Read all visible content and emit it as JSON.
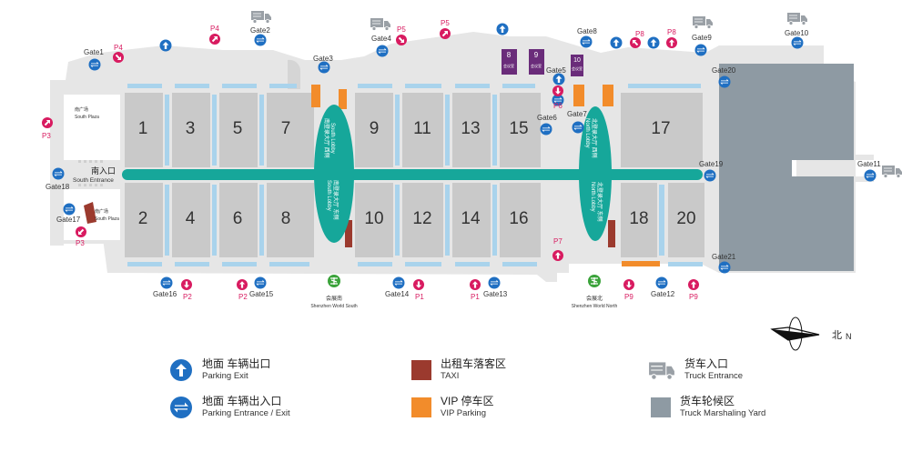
{
  "halls": [
    "1",
    "2",
    "3",
    "4",
    "5",
    "6",
    "7",
    "8",
    "9",
    "10",
    "11",
    "12",
    "13",
    "14",
    "15",
    "16",
    "17",
    "18",
    "20"
  ],
  "gates": [
    "Gate1",
    "Gate2",
    "Gate3",
    "Gate4",
    "Gate5",
    "Gate6",
    "Gate7",
    "Gate8",
    "Gate9",
    "Gate10",
    "Gate11",
    "Gate12",
    "Gate13",
    "Gate14",
    "Gate15",
    "Gate16",
    "Gate17",
    "Gate18",
    "Gate19",
    "Gate20",
    "Gate21"
  ],
  "parking": [
    "P1",
    "P2",
    "P3",
    "P4",
    "P5",
    "P6",
    "P7",
    "P8",
    "P9"
  ],
  "areas": {
    "south_plaza_cn": "南广场",
    "south_plaza_en": "South Plaza",
    "south_entrance_cn": "南入口",
    "south_entrance_en": "South Entrance",
    "south_lobby_west_cn": "南登录大厅 西侧",
    "south_lobby_east_cn": "南登录大厅 东侧",
    "south_lobby_en": "South Lobby",
    "north_lobby_west_cn": "北登录大厅 西侧",
    "north_lobby_east_cn": "北登录大厅 东侧",
    "north_lobby_en": "North Lobby",
    "meeting_room_8": "8",
    "meeting_room_9": "9",
    "meeting_room_10": "10",
    "meeting_room_cn": "会议室",
    "metro_south_cn": "会展南",
    "metro_south_en": "Shenzhen World South",
    "metro_north_cn": "会展北",
    "metro_north_en": "Shenzhen World North"
  },
  "compass": {
    "cn": "北",
    "en": "N"
  },
  "legend": [
    {
      "cn": "地面 车辆出口",
      "en": "Parking Exit",
      "icon": "parking-exit-icon"
    },
    {
      "cn": "地面 车辆出入口",
      "en": "Parking Entrance / Exit",
      "icon": "parking-entrance-exit-icon"
    },
    {
      "cn": "出租车落客区",
      "en": "TAXI",
      "icon": "taxi-swatch",
      "color": "#9b3a2e"
    },
    {
      "cn": "VIP 停车区",
      "en": "VIP Parking",
      "icon": "vip-swatch",
      "color": "#f28c2b"
    },
    {
      "cn": "货车入口",
      "en": "Truck Entrance",
      "icon": "truck-icon"
    },
    {
      "cn": "货车轮候区",
      "en": "Truck Marshaling Yard",
      "icon": "yard-swatch",
      "color": "#8e9aa3"
    }
  ],
  "colors": {
    "hall": "#c9c9c9",
    "site": "#e6e6e6",
    "road_white": "#ffffff",
    "corridor": "#16a79a",
    "blue_strip": "#a9d3ec",
    "parking_blue": "#1f6fc2",
    "parking_pink": "#d81b60",
    "taxi": "#9b3a2e",
    "vip": "#f28c2b",
    "meeting": "#6a2c7a",
    "metro": "#3aa33a",
    "truck_yard": "#8e9aa3",
    "truck_grey": "#9aa0a6"
  }
}
